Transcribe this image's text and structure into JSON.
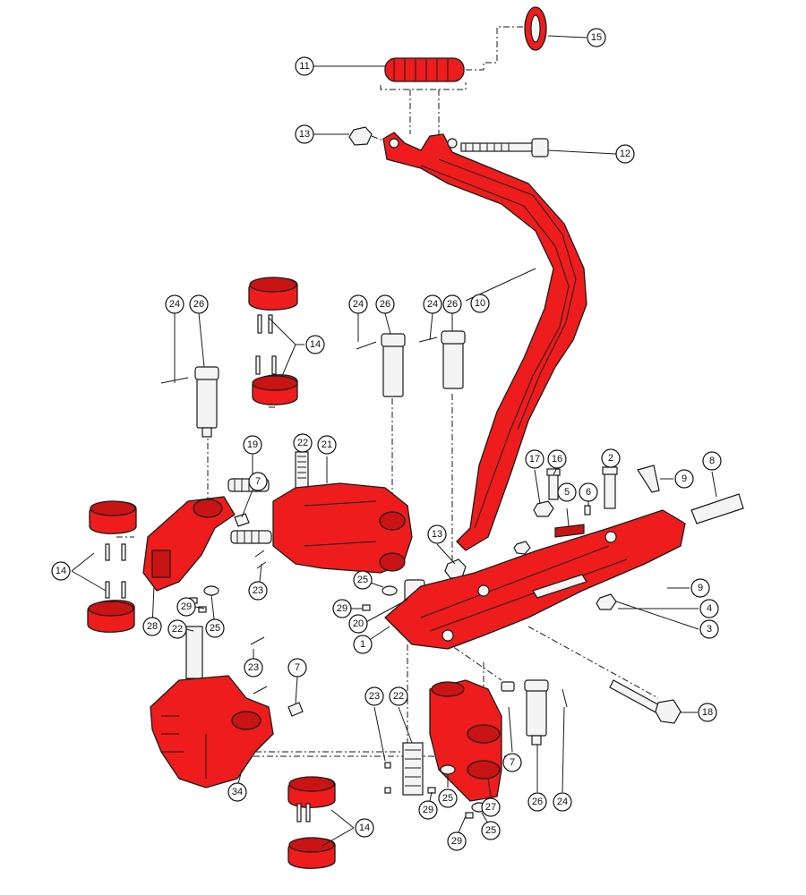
{
  "callouts": [
    {
      "id": "c15a",
      "label": "15"
    },
    {
      "id": "c11a",
      "label": "11"
    },
    {
      "id": "c13a",
      "label": "13"
    },
    {
      "id": "c12a",
      "label": "12"
    },
    {
      "id": "c10a",
      "label": "10"
    },
    {
      "id": "c24a",
      "label": "24"
    },
    {
      "id": "c26a",
      "label": "26"
    },
    {
      "id": "c14a",
      "label": "14"
    },
    {
      "id": "c24b",
      "label": "24"
    },
    {
      "id": "c26b",
      "label": "26"
    },
    {
      "id": "c24c",
      "label": "24"
    },
    {
      "id": "c26c",
      "label": "26"
    },
    {
      "id": "c19a",
      "label": "19"
    },
    {
      "id": "c22a",
      "label": "22"
    },
    {
      "id": "c21a",
      "label": "21"
    },
    {
      "id": "c7a",
      "label": "7"
    },
    {
      "id": "c17a",
      "label": "17"
    },
    {
      "id": "c16a",
      "label": "16"
    },
    {
      "id": "c2a",
      "label": "2"
    },
    {
      "id": "c9a",
      "label": "9"
    },
    {
      "id": "c8a",
      "label": "8"
    },
    {
      "id": "c5a",
      "label": "5"
    },
    {
      "id": "c6a",
      "label": "6"
    },
    {
      "id": "c14b",
      "label": "14"
    },
    {
      "id": "c23a",
      "label": "23"
    },
    {
      "id": "c13b",
      "label": "13"
    },
    {
      "id": "c9b",
      "label": "9"
    },
    {
      "id": "c4a",
      "label": "4"
    },
    {
      "id": "c3a",
      "label": "3"
    },
    {
      "id": "c25a",
      "label": "25"
    },
    {
      "id": "c29a",
      "label": "29"
    },
    {
      "id": "c20a",
      "label": "20"
    },
    {
      "id": "c1a",
      "label": "1"
    },
    {
      "id": "c29b",
      "label": "29"
    },
    {
      "id": "c22b",
      "label": "22"
    },
    {
      "id": "c25b",
      "label": "25"
    },
    {
      "id": "c28a",
      "label": "28"
    },
    {
      "id": "c23b",
      "label": "23"
    },
    {
      "id": "c7b",
      "label": "7"
    },
    {
      "id": "c18a",
      "label": "18"
    },
    {
      "id": "c23c",
      "label": "23"
    },
    {
      "id": "c22c",
      "label": "22"
    },
    {
      "id": "c7c",
      "label": "7"
    },
    {
      "id": "c34a",
      "label": "34"
    },
    {
      "id": "c29c",
      "label": "29"
    },
    {
      "id": "c25c",
      "label": "25"
    },
    {
      "id": "c27a",
      "label": "27"
    },
    {
      "id": "c26d",
      "label": "26"
    },
    {
      "id": "c24d",
      "label": "24"
    },
    {
      "id": "c14c",
      "label": "14"
    },
    {
      "id": "c29d",
      "label": "29"
    },
    {
      "id": "c25d",
      "label": "25"
    }
  ],
  "colors": {
    "part": "#ee1c1c",
    "outline": "#1a1a1a",
    "background": "#ffffff"
  }
}
